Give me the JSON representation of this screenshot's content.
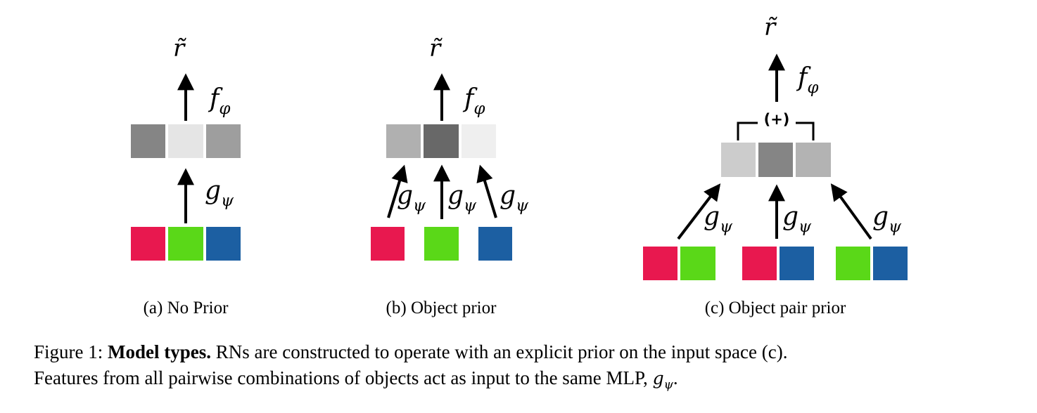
{
  "colors": {
    "red": "#e8184f",
    "green": "#5ad818",
    "blue": "#1c5fa2",
    "gray_a": [
      "#858585",
      "#e5e5e5",
      "#9e9e9e"
    ],
    "gray_b": [
      "#b0b0b0",
      "#686868",
      "#efefef"
    ],
    "gray_c": [
      "#cccccc",
      "#858585",
      "#b3b3b3"
    ]
  },
  "panels": {
    "a": {
      "output": "r̃",
      "f_letter": "f",
      "f_sub": "φ",
      "g_letter": "g",
      "g_sub": "ψ",
      "caption": "(a) No Prior"
    },
    "b": {
      "output": "r̃",
      "f_letter": "f",
      "f_sub": "φ",
      "g_letter": "g",
      "g_sub": "ψ",
      "caption": "(b) Object prior"
    },
    "c": {
      "output": "r̃",
      "f_letter": "f",
      "f_sub": "φ",
      "g_letter": "g",
      "g_sub": "ψ",
      "sum_symbol": "(+)",
      "caption": "(c) Object pair prior"
    }
  },
  "figure_caption": {
    "label": "Figure 1:",
    "title": "Model types.",
    "line1_rest": "RNs are constructed to operate with an explicit prior on the input space (c).",
    "line2": "Features from all pairwise combinations of objects act as input to the same MLP,",
    "mlp_letter": "g",
    "mlp_sub": "ψ",
    "period": "."
  }
}
